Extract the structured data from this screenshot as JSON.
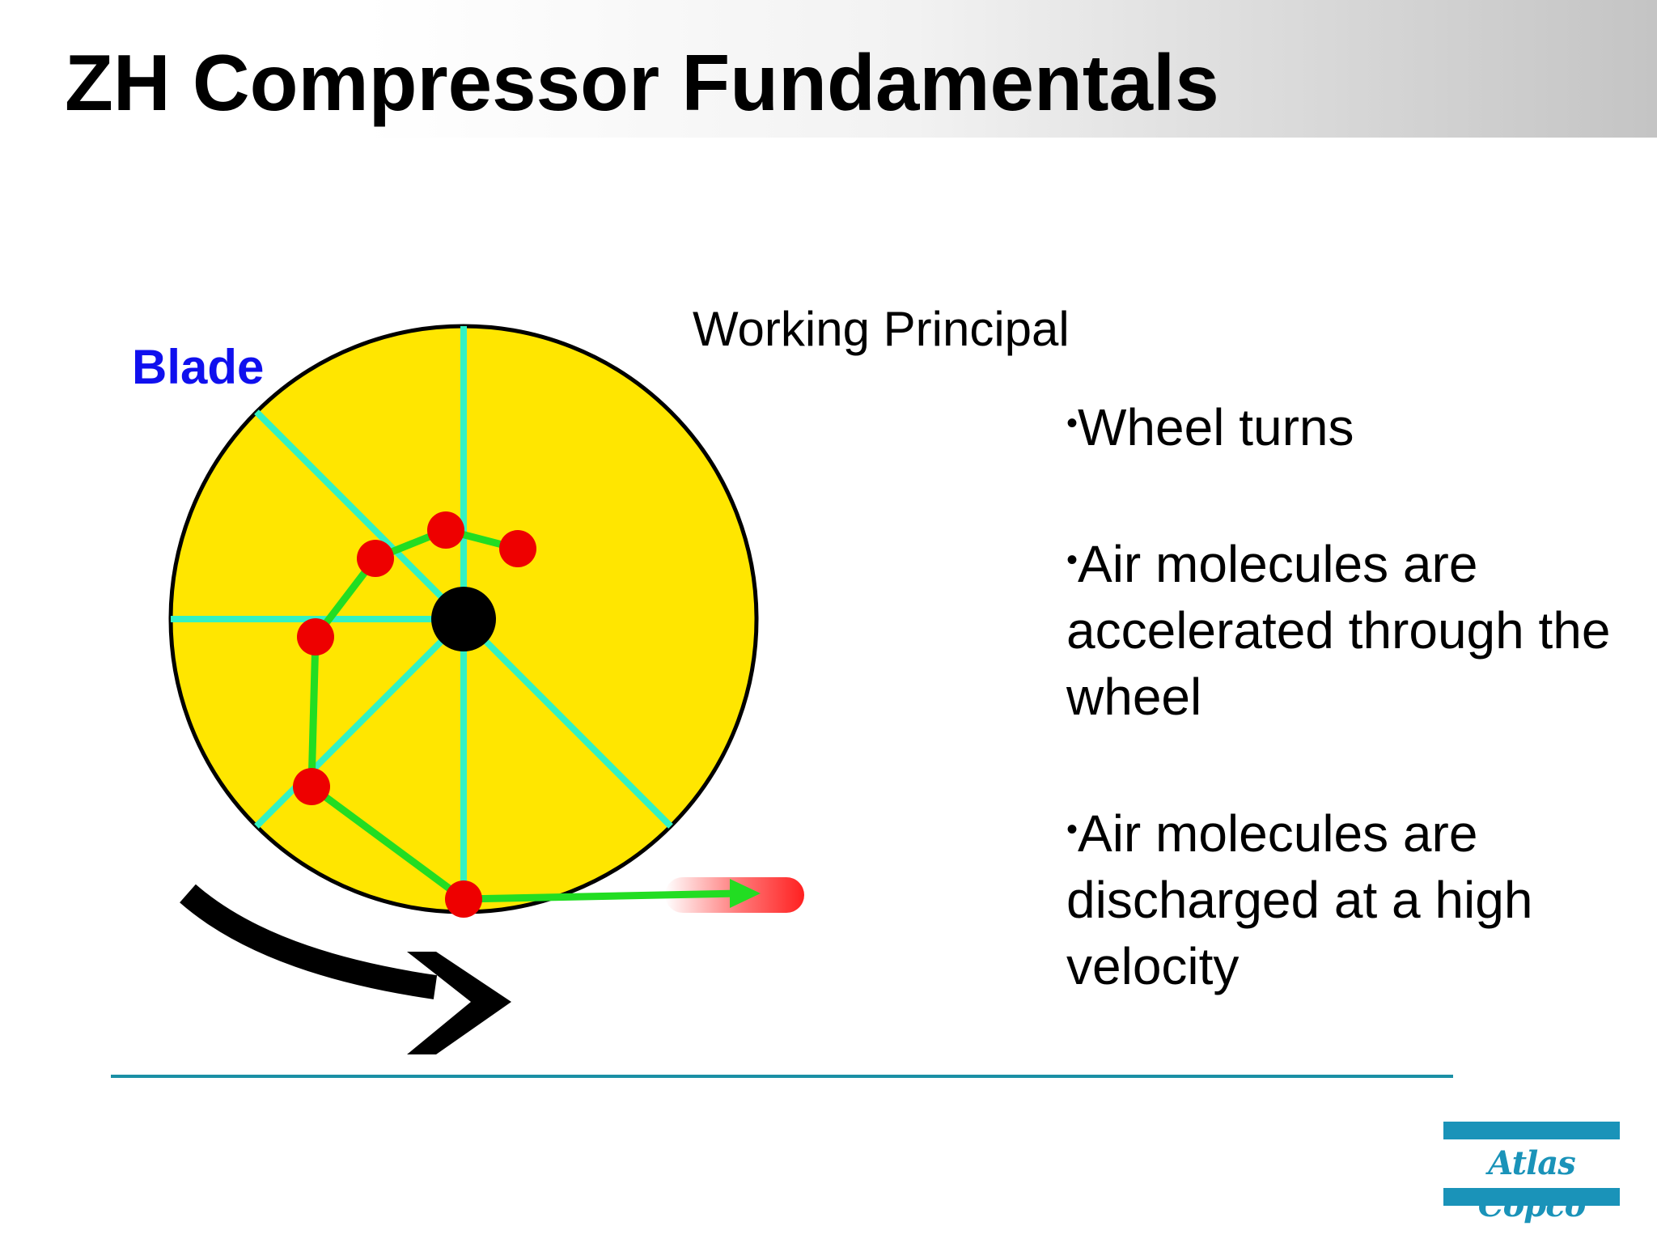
{
  "slide": {
    "title": "ZH Compressor Fundamentals",
    "subtitle": "Working Principal",
    "bullets": [
      "Wheel turns",
      "Air molecules are accelerated through the wheel",
      "Air molecules are discharged at a high velocity"
    ],
    "bullet_marker": "•"
  },
  "diagram": {
    "blade_label": "Blade",
    "colors": {
      "wheel_fill": "#ffe600",
      "wheel_outline": "#000000",
      "blade": "#33f2c2",
      "path": "#22dd22",
      "molecule": "#ee0000",
      "hub": "#000000",
      "rotation_arrow": "#000000",
      "blade_label": "#1010ee",
      "rule": "#1a8fa5"
    },
    "icons": {
      "rotation": "curved-arrow-icon",
      "discharge": "arrow-right-icon"
    }
  },
  "brand": {
    "logo_text": "Atlas Copco",
    "color": "#1a93b9"
  }
}
